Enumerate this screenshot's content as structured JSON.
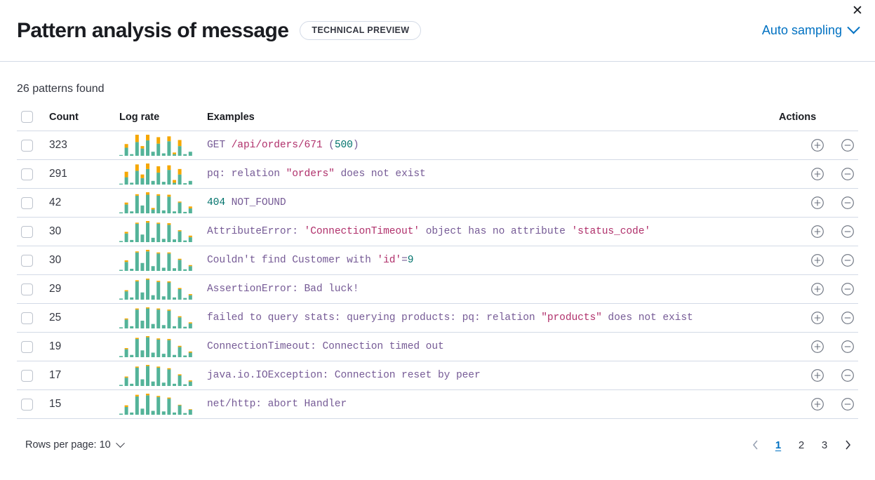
{
  "header": {
    "title": "Pattern analysis of message",
    "badge": "TECHNICAL PREVIEW",
    "sampling_label": "Auto sampling",
    "close_label": "✕"
  },
  "colors": {
    "accent_link": "#0071c2",
    "bar_teal": "#54b399",
    "bar_orange": "#f5a700",
    "border": "#D3DAE6",
    "token_default": "#765b96",
    "token_string": "#b0306b",
    "token_number": "#00726b"
  },
  "body": {
    "patterns_found": "26 patterns found",
    "columns": {
      "count": "Count",
      "log_rate": "Log rate",
      "examples": "Examples",
      "actions": "Actions"
    }
  },
  "rows": [
    {
      "count": "323",
      "tokens": [
        {
          "t": "GET ",
          "c": "default"
        },
        {
          "t": "/api/orders/671",
          "c": "string"
        },
        {
          "t": " (",
          "c": "default"
        },
        {
          "t": "500",
          "c": "number"
        },
        {
          "t": ")",
          "c": "default"
        }
      ],
      "sparkline": {
        "teal": [
          2,
          20,
          4,
          34,
          18,
          38,
          10,
          30,
          6,
          36,
          4,
          24,
          4,
          10
        ],
        "orange": [
          0,
          9,
          0,
          18,
          6,
          14,
          0,
          16,
          0,
          12,
          4,
          15,
          0,
          0
        ]
      }
    },
    {
      "count": "291",
      "tokens": [
        {
          "t": "pq: relation ",
          "c": "default"
        },
        {
          "t": "\"orders\"",
          "c": "string"
        },
        {
          "t": " does not exist",
          "c": "default"
        }
      ],
      "sparkline": {
        "teal": [
          2,
          16,
          4,
          30,
          14,
          34,
          8,
          26,
          6,
          32,
          4,
          22,
          3,
          8
        ],
        "orange": [
          0,
          12,
          0,
          14,
          8,
          12,
          0,
          14,
          0,
          10,
          6,
          12,
          0,
          0
        ]
      }
    },
    {
      "count": "42",
      "tokens": [
        {
          "t": "404",
          "c": "number"
        },
        {
          "t": " NOT_FOUND",
          "c": "default"
        }
      ],
      "sparkline": {
        "teal": [
          2,
          18,
          4,
          36,
          16,
          38,
          8,
          36,
          6,
          34,
          4,
          22,
          3,
          10
        ],
        "orange": [
          0,
          4,
          0,
          3,
          0,
          5,
          3,
          3,
          0,
          4,
          0,
          2,
          0,
          4
        ]
      }
    },
    {
      "count": "30",
      "tokens": [
        {
          "t": "AttributeError: ",
          "c": "default"
        },
        {
          "t": "'ConnectionTimeout'",
          "c": "string"
        },
        {
          "t": " object has no attribute ",
          "c": "default"
        },
        {
          "t": "'status_code'",
          "c": "string"
        }
      ],
      "sparkline": {
        "teal": [
          2,
          16,
          4,
          34,
          14,
          36,
          8,
          34,
          6,
          32,
          5,
          20,
          3,
          9
        ],
        "orange": [
          0,
          3,
          0,
          2,
          0,
          3,
          0,
          2,
          0,
          3,
          0,
          2,
          0,
          3
        ]
      }
    },
    {
      "count": "30",
      "tokens": [
        {
          "t": "Couldn't find Customer with ",
          "c": "default"
        },
        {
          "t": "'id'",
          "c": "string"
        },
        {
          "t": "=",
          "c": "default"
        },
        {
          "t": "9",
          "c": "number"
        }
      ],
      "sparkline": {
        "teal": [
          2,
          17,
          4,
          35,
          15,
          37,
          9,
          33,
          6,
          33,
          5,
          21,
          3,
          9
        ],
        "orange": [
          0,
          3,
          0,
          2,
          0,
          3,
          0,
          2,
          0,
          2,
          0,
          2,
          0,
          2
        ]
      }
    },
    {
      "count": "29",
      "tokens": [
        {
          "t": "AssertionError: Bad luck!",
          "c": "default"
        }
      ],
      "sparkline": {
        "teal": [
          2,
          15,
          4,
          33,
          13,
          36,
          8,
          32,
          6,
          31,
          4,
          19,
          3,
          8
        ],
        "orange": [
          0,
          2,
          0,
          2,
          0,
          2,
          0,
          2,
          0,
          2,
          0,
          2,
          0,
          2
        ]
      }
    },
    {
      "count": "25",
      "tokens": [
        {
          "t": "failed to query stats: querying products: pq: relation ",
          "c": "default"
        },
        {
          "t": "\"products\"",
          "c": "string"
        },
        {
          "t": " does not exist",
          "c": "default"
        }
      ],
      "sparkline": {
        "teal": [
          2,
          16,
          4,
          34,
          14,
          36,
          8,
          34,
          6,
          32,
          4,
          20,
          3,
          9
        ],
        "orange": [
          0,
          2,
          0,
          2,
          0,
          2,
          0,
          2,
          0,
          2,
          0,
          2,
          0,
          2
        ]
      }
    },
    {
      "count": "19",
      "tokens": [
        {
          "t": "ConnectionTimeout: Connection timed out",
          "c": "default"
        }
      ],
      "sparkline": {
        "teal": [
          2,
          14,
          4,
          32,
          12,
          35,
          8,
          31,
          6,
          30,
          4,
          18,
          3,
          8
        ],
        "orange": [
          0,
          2,
          0,
          2,
          0,
          2,
          0,
          2,
          0,
          2,
          0,
          2,
          0,
          2
        ]
      }
    },
    {
      "count": "17",
      "tokens": [
        {
          "t": "java.io.IOException: Connection reset by peer",
          "c": "default"
        }
      ],
      "sparkline": {
        "teal": [
          2,
          15,
          4,
          33,
          12,
          36,
          8,
          33,
          6,
          30,
          4,
          19,
          3,
          8
        ],
        "orange": [
          0,
          2,
          0,
          2,
          0,
          2,
          0,
          2,
          0,
          2,
          0,
          2,
          0,
          2
        ]
      }
    },
    {
      "count": "15",
      "tokens": [
        {
          "t": "net/http: abort Handler",
          "c": "default"
        }
      ],
      "sparkline": {
        "teal": [
          2,
          14,
          4,
          33,
          11,
          35,
          7,
          32,
          6,
          29,
          4,
          17,
          3,
          9
        ],
        "orange": [
          0,
          3,
          0,
          3,
          0,
          3,
          0,
          2,
          0,
          2,
          0,
          1,
          0,
          1
        ]
      }
    }
  ],
  "footer": {
    "rows_per_page": "Rows per page: 10",
    "pagination": {
      "prev": "‹",
      "next": "›",
      "pages": [
        "1",
        "2",
        "3"
      ],
      "active": "1"
    }
  },
  "actions": {
    "filter_for_label": "+",
    "filter_out_label": "−"
  }
}
